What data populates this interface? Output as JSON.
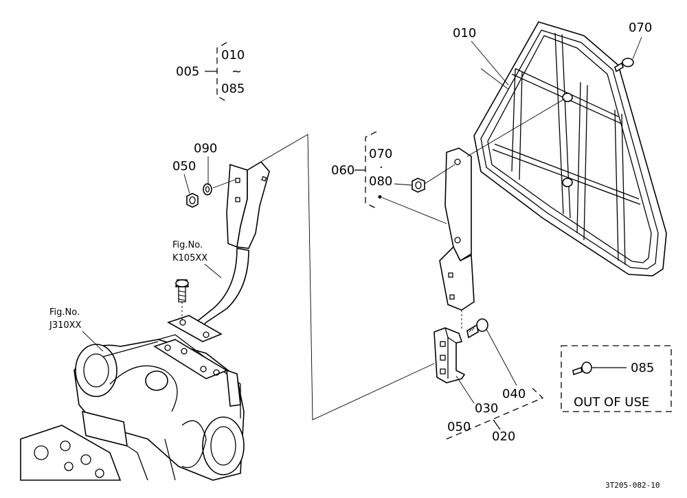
{
  "labels": {
    "p005": "005",
    "p010_range_start": "010",
    "range_tilde": "~",
    "p085_range_end": "085",
    "p010_panel": "010",
    "p070_top": "070",
    "p090": "090",
    "p050_nut": "050",
    "p060": "060",
    "p070_group": "070",
    "p080_group": "080",
    "group_dot": "·",
    "fig_label_1": "Fig.No.",
    "fig_ref_1": "K105XX",
    "fig_label_2": "Fig.No.",
    "fig_ref_2": "J310XX",
    "p040": "040",
    "p030": "030",
    "p050_bottom": "050",
    "p020": "020",
    "p085_box": "085",
    "out_of_use": "OUT OF USE",
    "drawing_number": "3T205-082-10"
  },
  "icons": [
    "bolt-icon",
    "nut-icon",
    "washer-icon"
  ],
  "colors": {
    "line": "#000000",
    "background": "#ffffff"
  }
}
